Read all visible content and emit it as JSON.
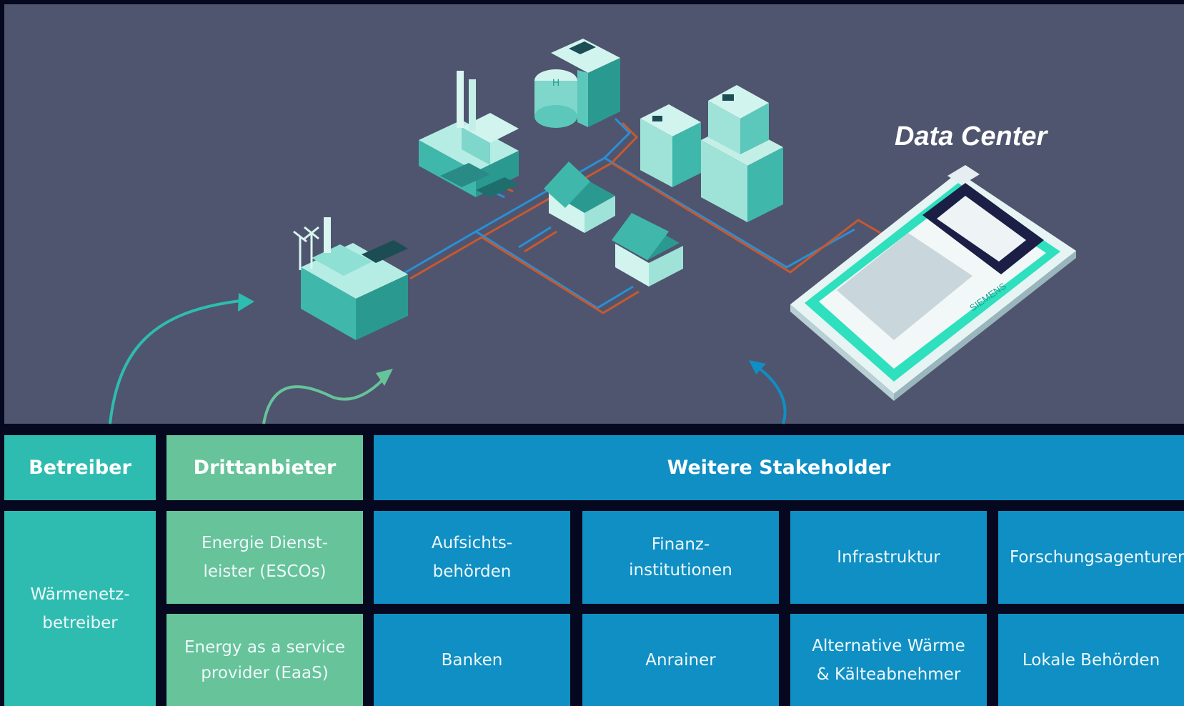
{
  "scene": {
    "data_center_label": "Data Center",
    "brand_mark": "SIEMENS"
  },
  "columns": {
    "betreiber": {
      "header": "Betreiber",
      "items": [
        "Wärmenetz-\nbetreiber"
      ]
    },
    "drittanbieter": {
      "header": "Drittanbieter",
      "items": [
        "Energie Dienst-\nleister (ESCOs)",
        "Energy as a service\nprovider (EaaS)"
      ]
    },
    "weitere": {
      "header": "Weitere Stakeholder",
      "items": [
        "Aufsichts-\nbehörden",
        "Finanz-\ninstitutionen",
        "Infrastruktur",
        "Forschungsagenturen",
        "Banken",
        "Anrainer",
        "Alternative Wärme\n& Kälteabnehmer",
        "Lokale Behörden"
      ]
    }
  },
  "colors": {
    "background": "#05081e",
    "scene": "#4f556e",
    "teal": "#2fbcb0",
    "green": "#66c39a",
    "blue": "#0f8fc3",
    "pipe_hot": "#c9582f",
    "pipe_cold": "#2a8fd6"
  },
  "icons": [
    "factory-icon",
    "power-plant-icon",
    "hospital-icon",
    "house-icon",
    "office-tower-icon",
    "data-center-icon",
    "arrow-icon"
  ]
}
